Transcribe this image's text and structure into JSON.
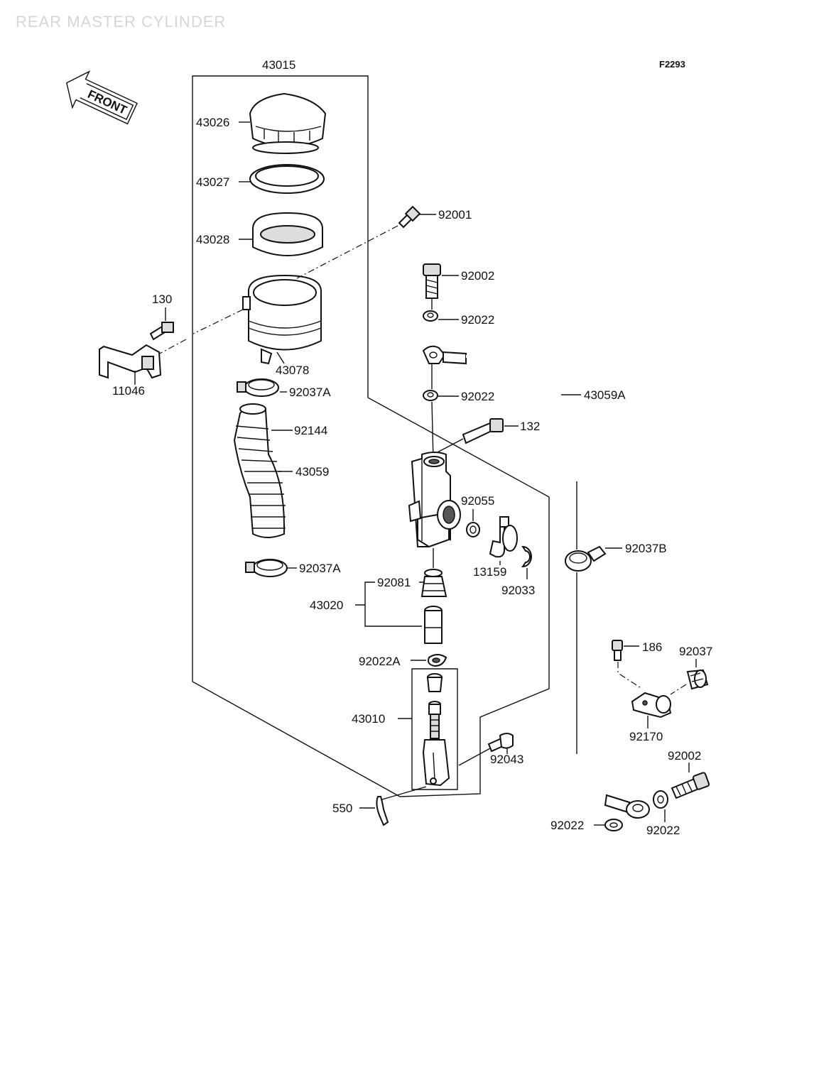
{
  "header": {
    "title": "REAR MASTER CYLINDER",
    "figure_code": "F2293"
  },
  "front_arrow": {
    "label": "FRONT"
  },
  "parts": {
    "p43015": "43015",
    "p43026": "43026",
    "p43027": "43027",
    "p43028": "43028",
    "p92001": "92001",
    "p92002": "92002",
    "p92022": "92022",
    "p130": "130",
    "p43078": "43078",
    "p11046": "11046",
    "p92037A": "92037A",
    "p92144": "92144",
    "p43059": "43059",
    "p43059A": "43059A",
    "p132": "132",
    "p92055": "92055",
    "p13159": "13159",
    "p92033": "92033",
    "p92037B": "92037B",
    "p92081": "92081",
    "p43020": "43020",
    "p92022A": "92022A",
    "p43010": "43010",
    "p92043": "92043",
    "p550": "550",
    "p186": "186",
    "p92037": "92037",
    "p92170": "92170"
  }
}
